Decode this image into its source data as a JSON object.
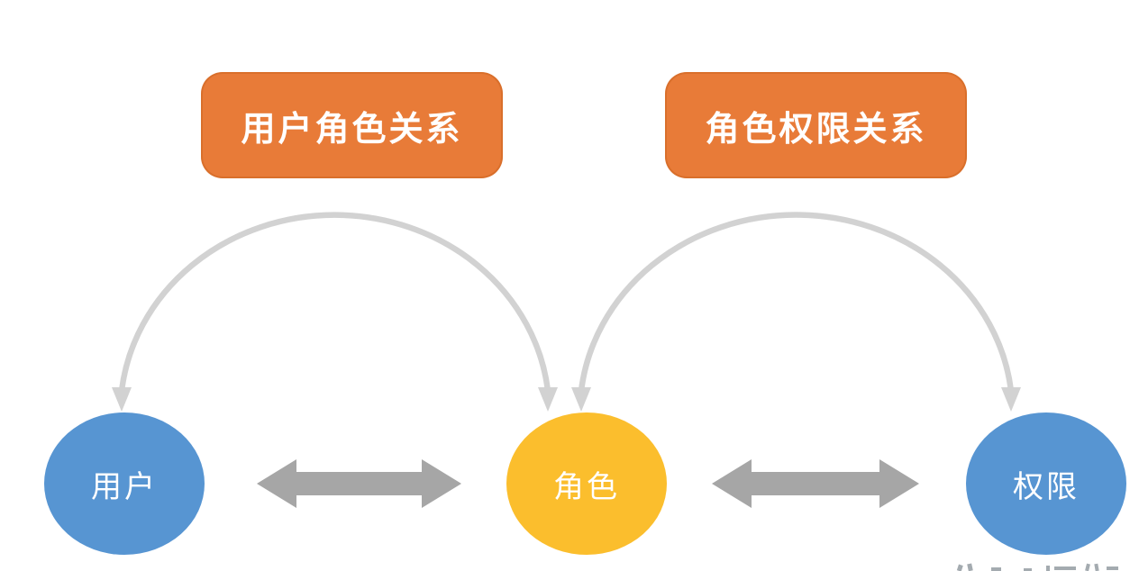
{
  "diagram": {
    "title_boxes": [
      {
        "id": "user-role-relation",
        "label": "用户角色关系"
      },
      {
        "id": "role-permission-relation",
        "label": "角色权限关系"
      }
    ],
    "nodes": [
      {
        "id": "user",
        "label": "用户"
      },
      {
        "id": "role",
        "label": "角色"
      },
      {
        "id": "permission",
        "label": "权限"
      }
    ],
    "relations": [
      {
        "from": "用户",
        "to": "角色",
        "label": "用户角色关系",
        "style": "double-headed arc"
      },
      {
        "from": "角色",
        "to": "权限",
        "label": "角色权限关系",
        "style": "double-headed arc"
      },
      {
        "from": "用户",
        "to": "角色",
        "style": "double-headed horizontal arrow"
      },
      {
        "from": "角色",
        "to": "权限",
        "style": "double-headed horizontal arrow"
      }
    ]
  },
  "colors": {
    "accent_orange": "#E87B38",
    "node_blue": "#5795D2",
    "node_yellow": "#FBBE2D",
    "arc_gray": "#D2D2D2",
    "arrow_gray": "#A6A6A6",
    "label_text": "#FFFFFF"
  }
}
